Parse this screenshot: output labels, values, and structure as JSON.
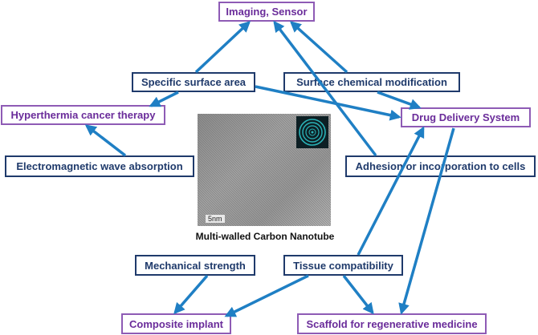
{
  "nodes": {
    "imaging": "Imaging, Sensor",
    "specific_surface": "Specific surface area",
    "surface_mod": "Surface  chemical modification",
    "hyperthermia": "Hyperthermia cancer therapy",
    "drug_delivery": "Drug Delivery System",
    "em_absorption": "Electromagnetic wave absorption",
    "adhesion": "Adhesion or incorporation to cells",
    "mechanical": "Mechanical strength",
    "tissue": "Tissue compatibility",
    "composite": "Composite implant",
    "scaffold": "Scaffold for regenerative medicine"
  },
  "image": {
    "scale_label": "5nm",
    "caption": "Multi-walled Carbon Nanotube"
  },
  "colors": {
    "property_border": "#1f3a6b",
    "application_border": "#8e5bb5",
    "arrow": "#1f7fc4"
  },
  "edges": [
    {
      "from": "specific_surface",
      "to": "imaging"
    },
    {
      "from": "specific_surface",
      "to": "hyperthermia"
    },
    {
      "from": "specific_surface",
      "to": "drug_delivery"
    },
    {
      "from": "surface_mod",
      "to": "imaging"
    },
    {
      "from": "surface_mod",
      "to": "drug_delivery"
    },
    {
      "from": "em_absorption",
      "to": "hyperthermia"
    },
    {
      "from": "adhesion",
      "to": "imaging"
    },
    {
      "from": "tissue",
      "to": "drug_delivery"
    },
    {
      "from": "tissue",
      "to": "composite"
    },
    {
      "from": "tissue",
      "to": "scaffold"
    },
    {
      "from": "mechanical",
      "to": "composite"
    },
    {
      "from": "adhesion",
      "to": "scaffold"
    }
  ]
}
